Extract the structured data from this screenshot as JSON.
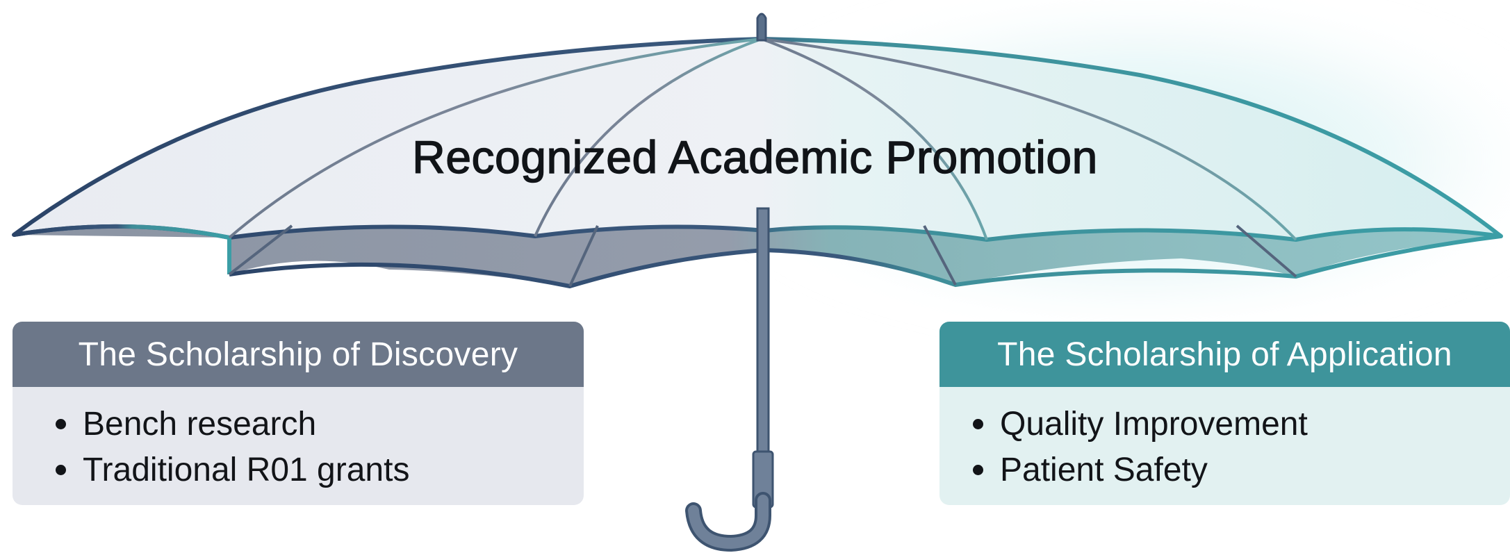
{
  "diagram": {
    "title": "Recognized Academic Promotion",
    "cards": [
      {
        "heading": "The Scholarship of Discovery",
        "items": [
          "Bench research",
          "Traditional R01 grants"
        ],
        "header_color": "#6c7789",
        "body_color": "#e6e8ee"
      },
      {
        "heading": "The Scholarship of Application",
        "items": [
          "Quality Improvement",
          "Patient Safety"
        ],
        "header_color": "#3e949b",
        "body_color": "#e2f1f1"
      }
    ],
    "colors": {
      "canopy_dark": "#2f4a6e",
      "canopy_teal": "#3f9aa2",
      "shaft": "#4f6682",
      "glow": "#aee1e4"
    }
  }
}
